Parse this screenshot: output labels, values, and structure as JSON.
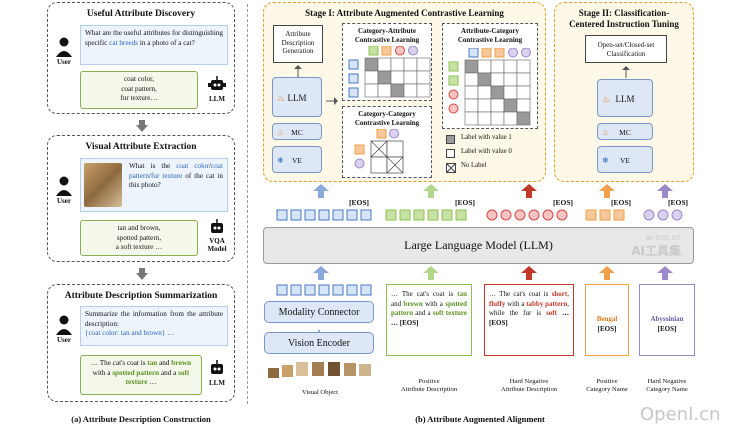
{
  "left": {
    "panel1": {
      "title": "Useful Attribute Discovery",
      "question_pre": "What are the useful attributes for distinguishing specific ",
      "question_highlight": "cat breeds",
      "question_post": " in a photo of a cat?",
      "answer": "coat color,\ncoat pattern,\nfur texture…",
      "user": "User",
      "llm": "LLM"
    },
    "panel2": {
      "title": "Visual Attribute Extraction",
      "q1": "What is the ",
      "q2": "coat color",
      "q3": "/",
      "q4": "coat pattern",
      "q5": "/",
      "q6": "fur texture",
      "q7": " of the cat in this photo?",
      "answer": "tan and brown,\nspotted pattern,\na soft texture …",
      "user": "User",
      "vqa": "VQA\nModel"
    },
    "panel3": {
      "title": "Attribute Description Summarization",
      "q": "Summarize the information from the attribute description:",
      "q_highlight": "{coat color: tan and brown} …",
      "a1": "… The cat's coat is ",
      "a2": "tan",
      "a3": " and ",
      "a4": "brown",
      "a5": " with a ",
      "a6": "spotted pattern",
      "a7": " and a ",
      "a8": "soft texture",
      "a9": " …",
      "user": "User",
      "llm": "LLM"
    },
    "caption": "(a) Attribute Description Construction"
  },
  "stage1": {
    "title": "Stage I: Attribute Augmented Contrastive Learning",
    "attr_gen": "Attribute\nDescription\nGeneration",
    "llm": "LLM",
    "mc": "MC",
    "ve": "VE",
    "cat_attr": "Category-Attribute\nContrastive Learning",
    "attr_cat": "Attribute-Category\nContrastive Learning",
    "cat_cat": "Category-Category\nContrastive Learning",
    "legend": [
      "Label with value 1",
      "Label with value 0",
      "No Label"
    ]
  },
  "stage2": {
    "title": "Stage II: Classification-\nCentered Instruction Tuning",
    "box": "Open-set/Closed-set\nClassification",
    "llm": "LLM",
    "mc": "MC",
    "ve": "VE"
  },
  "eos": "[EOS]",
  "llm_bar": "Large Language Model (LLM)",
  "watermark1": "ai-bot.cn",
  "watermark2": "AI工具集",
  "modality_connector": "Modality Connector",
  "vision_encoder": "Vision Encoder",
  "inputs": {
    "pos_attr": {
      "t1": "… The cat's coat is ",
      "t2": "tan",
      "t3": " and ",
      "t4": "brown",
      "t5": " with a ",
      "t6": "spotted pattern",
      "t7": " and a ",
      "t8": "soft texture",
      "t9": " … [EOS]"
    },
    "neg_attr": {
      "t1": "… The cat's coat is ",
      "t2": "short",
      "t3": ", ",
      "t4": "fluffy",
      "t5": " with a ",
      "t6": "tabby pattern",
      "t7": ", while the fur is ",
      "t8": "soft",
      "t9": " … [EOS]"
    },
    "pos_cat": {
      "name": "Bengal",
      "eos": "[EOS]"
    },
    "neg_cat": {
      "name": "Abyssinian",
      "eos": "[EOS]"
    }
  },
  "bottom_labels": {
    "visual": "Visual Object",
    "pos_attr": "Positive\nAttribute Description",
    "neg_attr": "Hard Negative\nAttribute Description",
    "pos_cat": "Positive\nCategory Name",
    "neg_cat": "Hard Negative\nCategory Name"
  },
  "caption_b": "(b) Attribute Augmented Alignment",
  "watermark_corner": "OpenI.cn",
  "colors": {
    "blue": "#4a78c2",
    "green": "#8cc152",
    "red": "#d64541",
    "orange": "#f0a04b",
    "purple": "#9b89c9",
    "stage_border": "#d9a325"
  }
}
